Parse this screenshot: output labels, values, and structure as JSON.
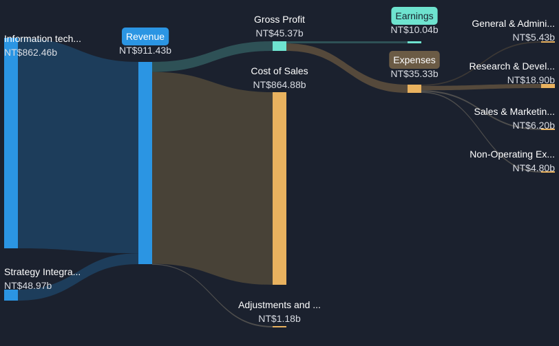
{
  "chart_data": {
    "type": "sankey",
    "currency_unit": "NT$ billions",
    "colors": {
      "background": "#1b212e",
      "revenue_blue": "#2b95e3",
      "source_link": "#1e3f5e",
      "profit_teal": "#6ee3cf",
      "profit_link": "#2f5458",
      "cost_orange": "#e9b25f",
      "cost_link": "#4b4438",
      "expense_link": "#584c3c",
      "thin_link": "#7a7468"
    },
    "nodes": [
      {
        "id": "info_tech",
        "name": "Information tech...",
        "value_label": "NT$862.46b",
        "value": 862.46,
        "color": "#2b95e3"
      },
      {
        "id": "strategy",
        "name": "Strategy Integra...",
        "value_label": "NT$48.97b",
        "value": 48.97,
        "color": "#2b95e3"
      },
      {
        "id": "revenue",
        "name": "Revenue",
        "value_label": "NT$911.43b",
        "value": 911.43,
        "color": "#2b95e3",
        "pill": true,
        "pill_fill": "#2b95e3",
        "pill_text": "#ffffff"
      },
      {
        "id": "gross_profit",
        "name": "Gross Profit",
        "value_label": "NT$45.37b",
        "value": 45.37,
        "color": "#6ee3cf"
      },
      {
        "id": "cost_of_sales",
        "name": "Cost of Sales",
        "value_label": "NT$864.88b",
        "value": 864.88,
        "color": "#e9b25f"
      },
      {
        "id": "adjustments",
        "name": "Adjustments and ...",
        "value_label": "NT$1.18b",
        "value": 1.18,
        "color": "#e9b25f"
      },
      {
        "id": "earnings",
        "name": "Earnings",
        "value_label": "NT$10.04b",
        "value": 10.04,
        "color": "#6ee3cf",
        "pill": true,
        "pill_fill": "#6ee3cf",
        "pill_text": "#17202b"
      },
      {
        "id": "expenses",
        "name": "Expenses",
        "value_label": "NT$35.33b",
        "value": 35.33,
        "color": "#e9b25f",
        "pill": true,
        "pill_fill": "#6b5b45",
        "pill_text": "#ffffff"
      },
      {
        "id": "ga",
        "name": "General & Admini...",
        "value_label": "NT$5.43b",
        "value": 5.43,
        "color": "#e9b25f"
      },
      {
        "id": "rd",
        "name": "Research & Devel...",
        "value_label": "NT$18.90b",
        "value": 18.9,
        "color": "#e9b25f"
      },
      {
        "id": "sm",
        "name": "Sales & Marketin...",
        "value_label": "NT$6.20b",
        "value": 6.2,
        "color": "#e9b25f"
      },
      {
        "id": "nonop",
        "name": "Non-Operating Ex...",
        "value_label": "NT$4.80b",
        "value": 4.8,
        "color": "#e9b25f"
      }
    ],
    "links": [
      {
        "source": "info_tech",
        "target": "revenue",
        "value": 862.46,
        "color": "#1e3f5e"
      },
      {
        "source": "strategy",
        "target": "revenue",
        "value": 48.97,
        "color": "#1e3f5e"
      },
      {
        "source": "revenue",
        "target": "gross_profit",
        "value": 45.37,
        "color": "#2f5458"
      },
      {
        "source": "revenue",
        "target": "cost_of_sales",
        "value": 864.88,
        "color": "#4b4438"
      },
      {
        "source": "revenue",
        "target": "adjustments",
        "value": 1.18,
        "color": "#7a7468"
      },
      {
        "source": "gross_profit",
        "target": "earnings",
        "value": 10.04,
        "color": "#2f5458"
      },
      {
        "source": "gross_profit",
        "target": "expenses",
        "value": 35.33,
        "color": "#584c3c"
      },
      {
        "source": "expenses",
        "target": "ga",
        "value": 5.43,
        "color": "#584c3c"
      },
      {
        "source": "expenses",
        "target": "rd",
        "value": 18.9,
        "color": "#584c3c"
      },
      {
        "source": "expenses",
        "target": "sm",
        "value": 6.2,
        "color": "#7a7468"
      },
      {
        "source": "expenses",
        "target": "nonop",
        "value": 4.8,
        "color": "#7a7468"
      }
    ]
  }
}
